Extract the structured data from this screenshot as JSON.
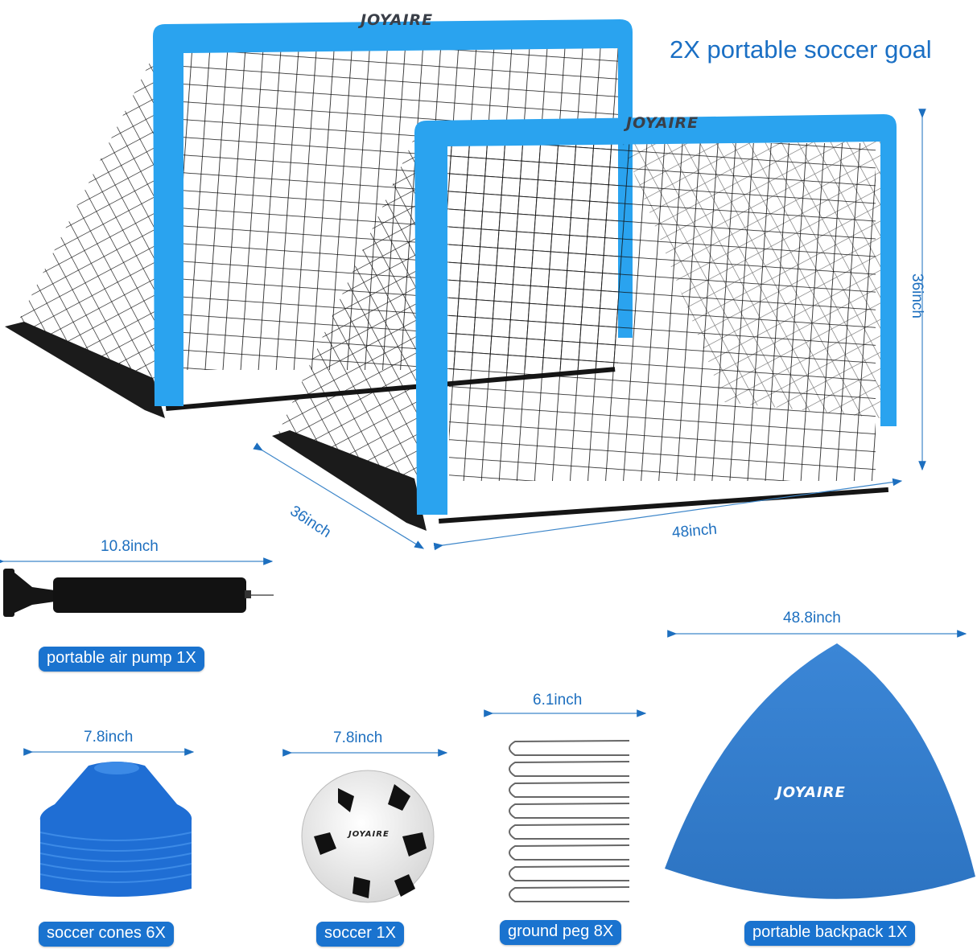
{
  "header": {
    "title": "2X portable soccer goal"
  },
  "brand": {
    "logo_text": "JOYAIRE",
    "accent_color": "#1a73cf",
    "frame_color": "#2aa3ef"
  },
  "goals": {
    "quantity": "2X",
    "dimensions": {
      "depth": "36inch",
      "width": "48inch",
      "height": "36inch"
    }
  },
  "items": [
    {
      "id": "air-pump",
      "label": "portable air pump 1X",
      "dimension": "10.8inch"
    },
    {
      "id": "cones",
      "label": "soccer cones 6X",
      "dimension": "7.8inch"
    },
    {
      "id": "ball",
      "label": "soccer 1X",
      "dimension": "7.8inch"
    },
    {
      "id": "pegs",
      "label": "ground peg 8X",
      "dimension": "6.1inch"
    },
    {
      "id": "backpack",
      "label": "portable backpack 1X",
      "dimension": "48.8inch"
    }
  ]
}
